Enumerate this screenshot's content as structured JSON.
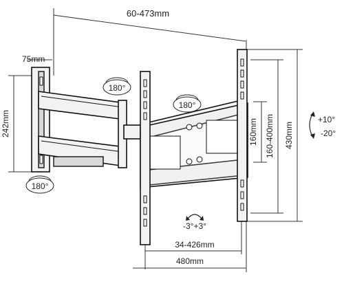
{
  "dimensions": {
    "depth_range": "60-473mm",
    "wall_plate_width": "75mm",
    "wall_plate_height": "242mm",
    "vesa_vertical_range": "160-400mm",
    "vesa_vertical_min": "160mm",
    "overall_height": "430mm",
    "vesa_horizontal_range": "34-426mm",
    "overall_width": "480mm"
  },
  "rotation": {
    "wall_swivel": "180°",
    "arm_swivel": "180°",
    "head_swivel": "180°",
    "tilt_up": "+10°",
    "tilt_down": "-20°",
    "level_adjust": "-3°+3°"
  }
}
